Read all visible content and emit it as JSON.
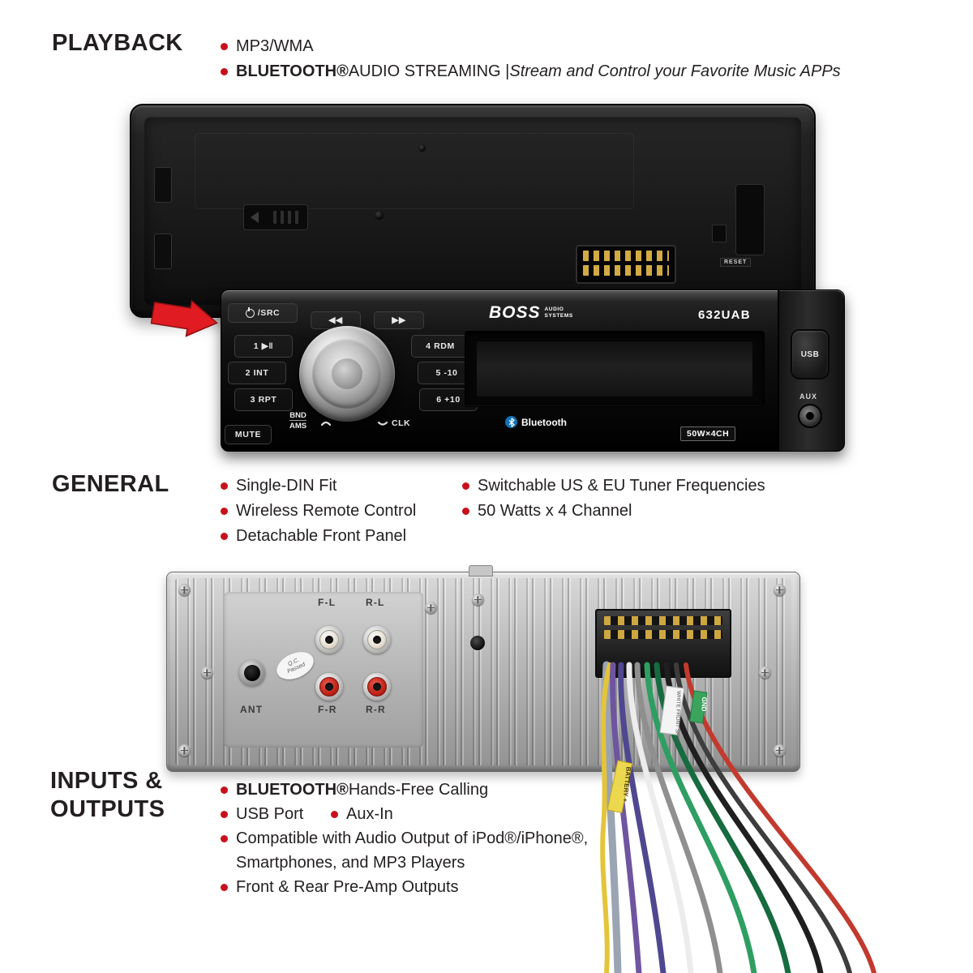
{
  "colors": {
    "bullet_red": "#c8101a",
    "arrow_red": "#e01b22",
    "arrow_red_dark": "#8d0f12",
    "bluetooth_blue": "#1172b8",
    "wire_ribbon": "#9aa4b2",
    "wire_purple": "#6f55a0",
    "wire_violet": "#4f4790",
    "wire_white": "#ececec",
    "wire_gray": "#8f8f8f",
    "wire_green": "#2e9e62",
    "wire_dark_green": "#166b3f",
    "wire_black": "#1f1f1f",
    "wire_dark_gray": "#3d3d3d",
    "wire_red": "#c23a2e",
    "wire_yellow": "#e4c53a",
    "flag_yellow": "#ecd84f",
    "flag_green": "#3aa45c",
    "flag_white": "#f4f4f4"
  },
  "playback": {
    "heading": "PLAYBACK",
    "item1": "MP3/WMA",
    "item2_bold": "BLUETOOTH®",
    "item2_mid": " AUDIO STREAMING | ",
    "item2_italic": "Stream and Control your Favorite Music APPs"
  },
  "general": {
    "heading": "GENERAL",
    "col1": [
      "Single-DIN Fit",
      "Wireless Remote Control",
      "Detachable Front Panel"
    ],
    "col2": [
      "Switchable US & EU Tuner Frequencies",
      "50 Watts x 4 Channel"
    ]
  },
  "inputs_outputs": {
    "heading_line1": "INPUTS &",
    "heading_line2": "OUTPUTS",
    "item1_bold": "BLUETOOTH®",
    "item1_rest": " Hands-Free Calling",
    "item2a": "USB Port",
    "item2b": "Aux-In",
    "item3_line1": "Compatible with Audio Output of iPod®/iPhone®,",
    "item3_line2": "Smartphones, and MP3 Players",
    "item4": "Front & Rear Pre-Amp Outputs"
  },
  "front_panel": {
    "brand": "BOSS",
    "brand_sub1": "AUDIO",
    "brand_sub2": "SYSTEMS",
    "model": "632UAB",
    "power_key": "/SRC",
    "seek_prev": "◀◀",
    "seek_next": "▶▶",
    "key1": "1 ▶‖",
    "key2": "2 INT",
    "key3": "3 RPT",
    "key4": "4 RDM",
    "key5": "5 -10",
    "key6": "6 +10",
    "mute": "MUTE",
    "bnd": "BND",
    "ams": "AMS",
    "clk": "CLK",
    "bluetooth": "Bluetooth",
    "power_badge": "50W×4CH",
    "usb": "USB",
    "aux": "AUX"
  },
  "chassis": {
    "reset_label": "RESET"
  },
  "rear_panel": {
    "ant": "ANT",
    "qc_line1": "Q.C.",
    "qc_line2": "Passed",
    "rca_fl": "F-L",
    "rca_rl": "R-L",
    "rca_fr": "F-R",
    "rca_rr": "R-R",
    "label_battery": "BATTERY +",
    "label_white": "WHITE FRONT SPKR",
    "label_gnd": "GND"
  }
}
